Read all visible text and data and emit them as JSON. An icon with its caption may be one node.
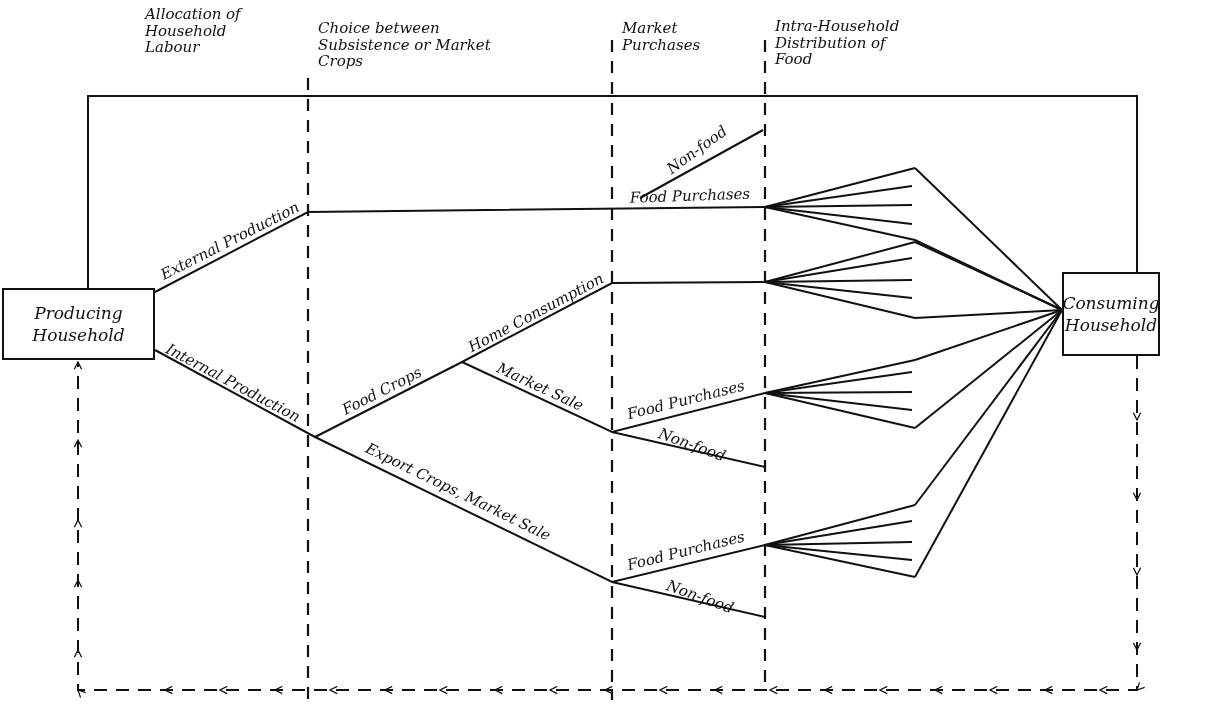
{
  "diagram": {
    "nodes": [
      {
        "text": [
          "Producing Household"
        ]
      },
      {
        "text": [
          "Consuming Household"
        ]
      }
    ],
    "edges": [
      {
        "from": 0,
        "to": 1,
        "arrow": "none"
      },
      {
        "from": 1,
        "to": 0,
        "arrow": "to",
        "style": "dashed"
      }
    ],
    "labels": [
      "Allocation of Household Labour",
      "Choice between Subsistence or Market Crops",
      "Market Purchases",
      "Intra-Household Distribution of Food",
      "External Production",
      "Internal Production",
      "Food Crops",
      "Home Consumption",
      "Non-food",
      "Food Purchases",
      "Market Sale",
      "Food Purchases",
      "Non-food",
      "Export Crops, Market Sale",
      "Food Purchases",
      "Non-food"
    ]
  }
}
